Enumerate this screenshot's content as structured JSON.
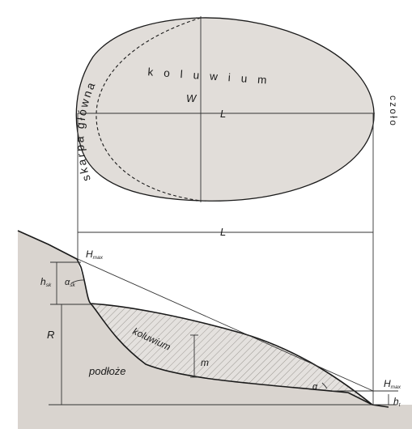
{
  "plan_view": {
    "main_scarp": "skarpa główna",
    "colluvium": "koluwium",
    "width": "W",
    "length": "L",
    "toe": "czoło"
  },
  "section_view": {
    "length": "L",
    "h_max_top": {
      "base": "H",
      "sub": "max"
    },
    "h_sk": {
      "base": "h",
      "sub": "sk"
    },
    "alpha_sk": {
      "base": "α",
      "sub": "sk"
    },
    "relief": "R",
    "colluvium": "koluwium",
    "thickness": "m",
    "bedrock": "podłoże",
    "alpha": "α",
    "h_max_toe": {
      "base": "H",
      "sub": "max"
    },
    "h_t": {
      "base": "h",
      "sub": "t"
    }
  },
  "colors": {
    "colluvium_fill": "#e1ddd9",
    "bedrock_fill": "#d9d4cf",
    "line": "#1a1a1a"
  }
}
